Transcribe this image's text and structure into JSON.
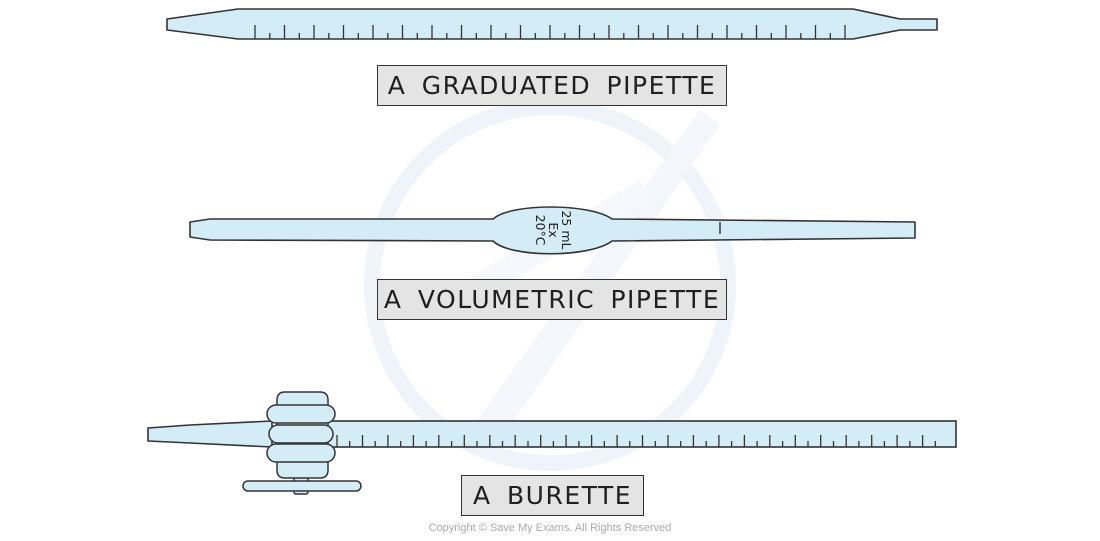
{
  "colors": {
    "glass_fill": "#d4ecf6",
    "outline": "#333333",
    "label_background": "#e4e4e4",
    "watermark": "#e3ecf6"
  },
  "labels": {
    "graduated_pipette": "A GRADUATED PIPETTE",
    "volumetric_pipette": "A VOLUMETRIC PIPETTE",
    "burette": "A BURETTE"
  },
  "bulb_marking": {
    "volume": "25 mL",
    "type": "Ex",
    "temperature": "20°C"
  },
  "copyright": "Copyright © Save My Exams. All Rights Reserved",
  "icons": {
    "watermark": "save-my-exams-logo-watermark"
  }
}
